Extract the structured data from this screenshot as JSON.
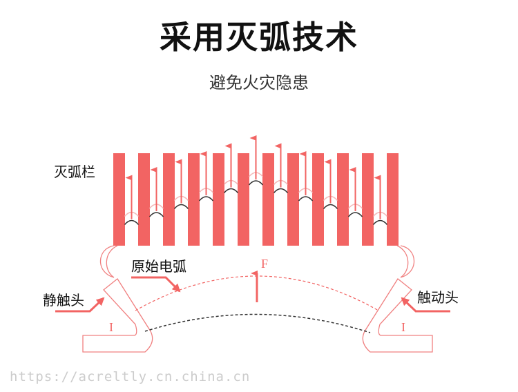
{
  "title": "采用灭弧技术",
  "subtitle": "避免火灾隐患",
  "diagram": {
    "labels": {
      "arc_chute": "灭弧栏",
      "original_arc": "原始电弧",
      "static_contact": "静触头",
      "moving_contact": "触动头",
      "force": "F",
      "current_left": "I",
      "current_right": "I"
    },
    "grid_plate_count": 12,
    "colors": {
      "accent": "#f26463",
      "outline": "#f08080",
      "arc_dark": "#333333"
    }
  },
  "watermark": "https://acreltly.cn.china.cn"
}
